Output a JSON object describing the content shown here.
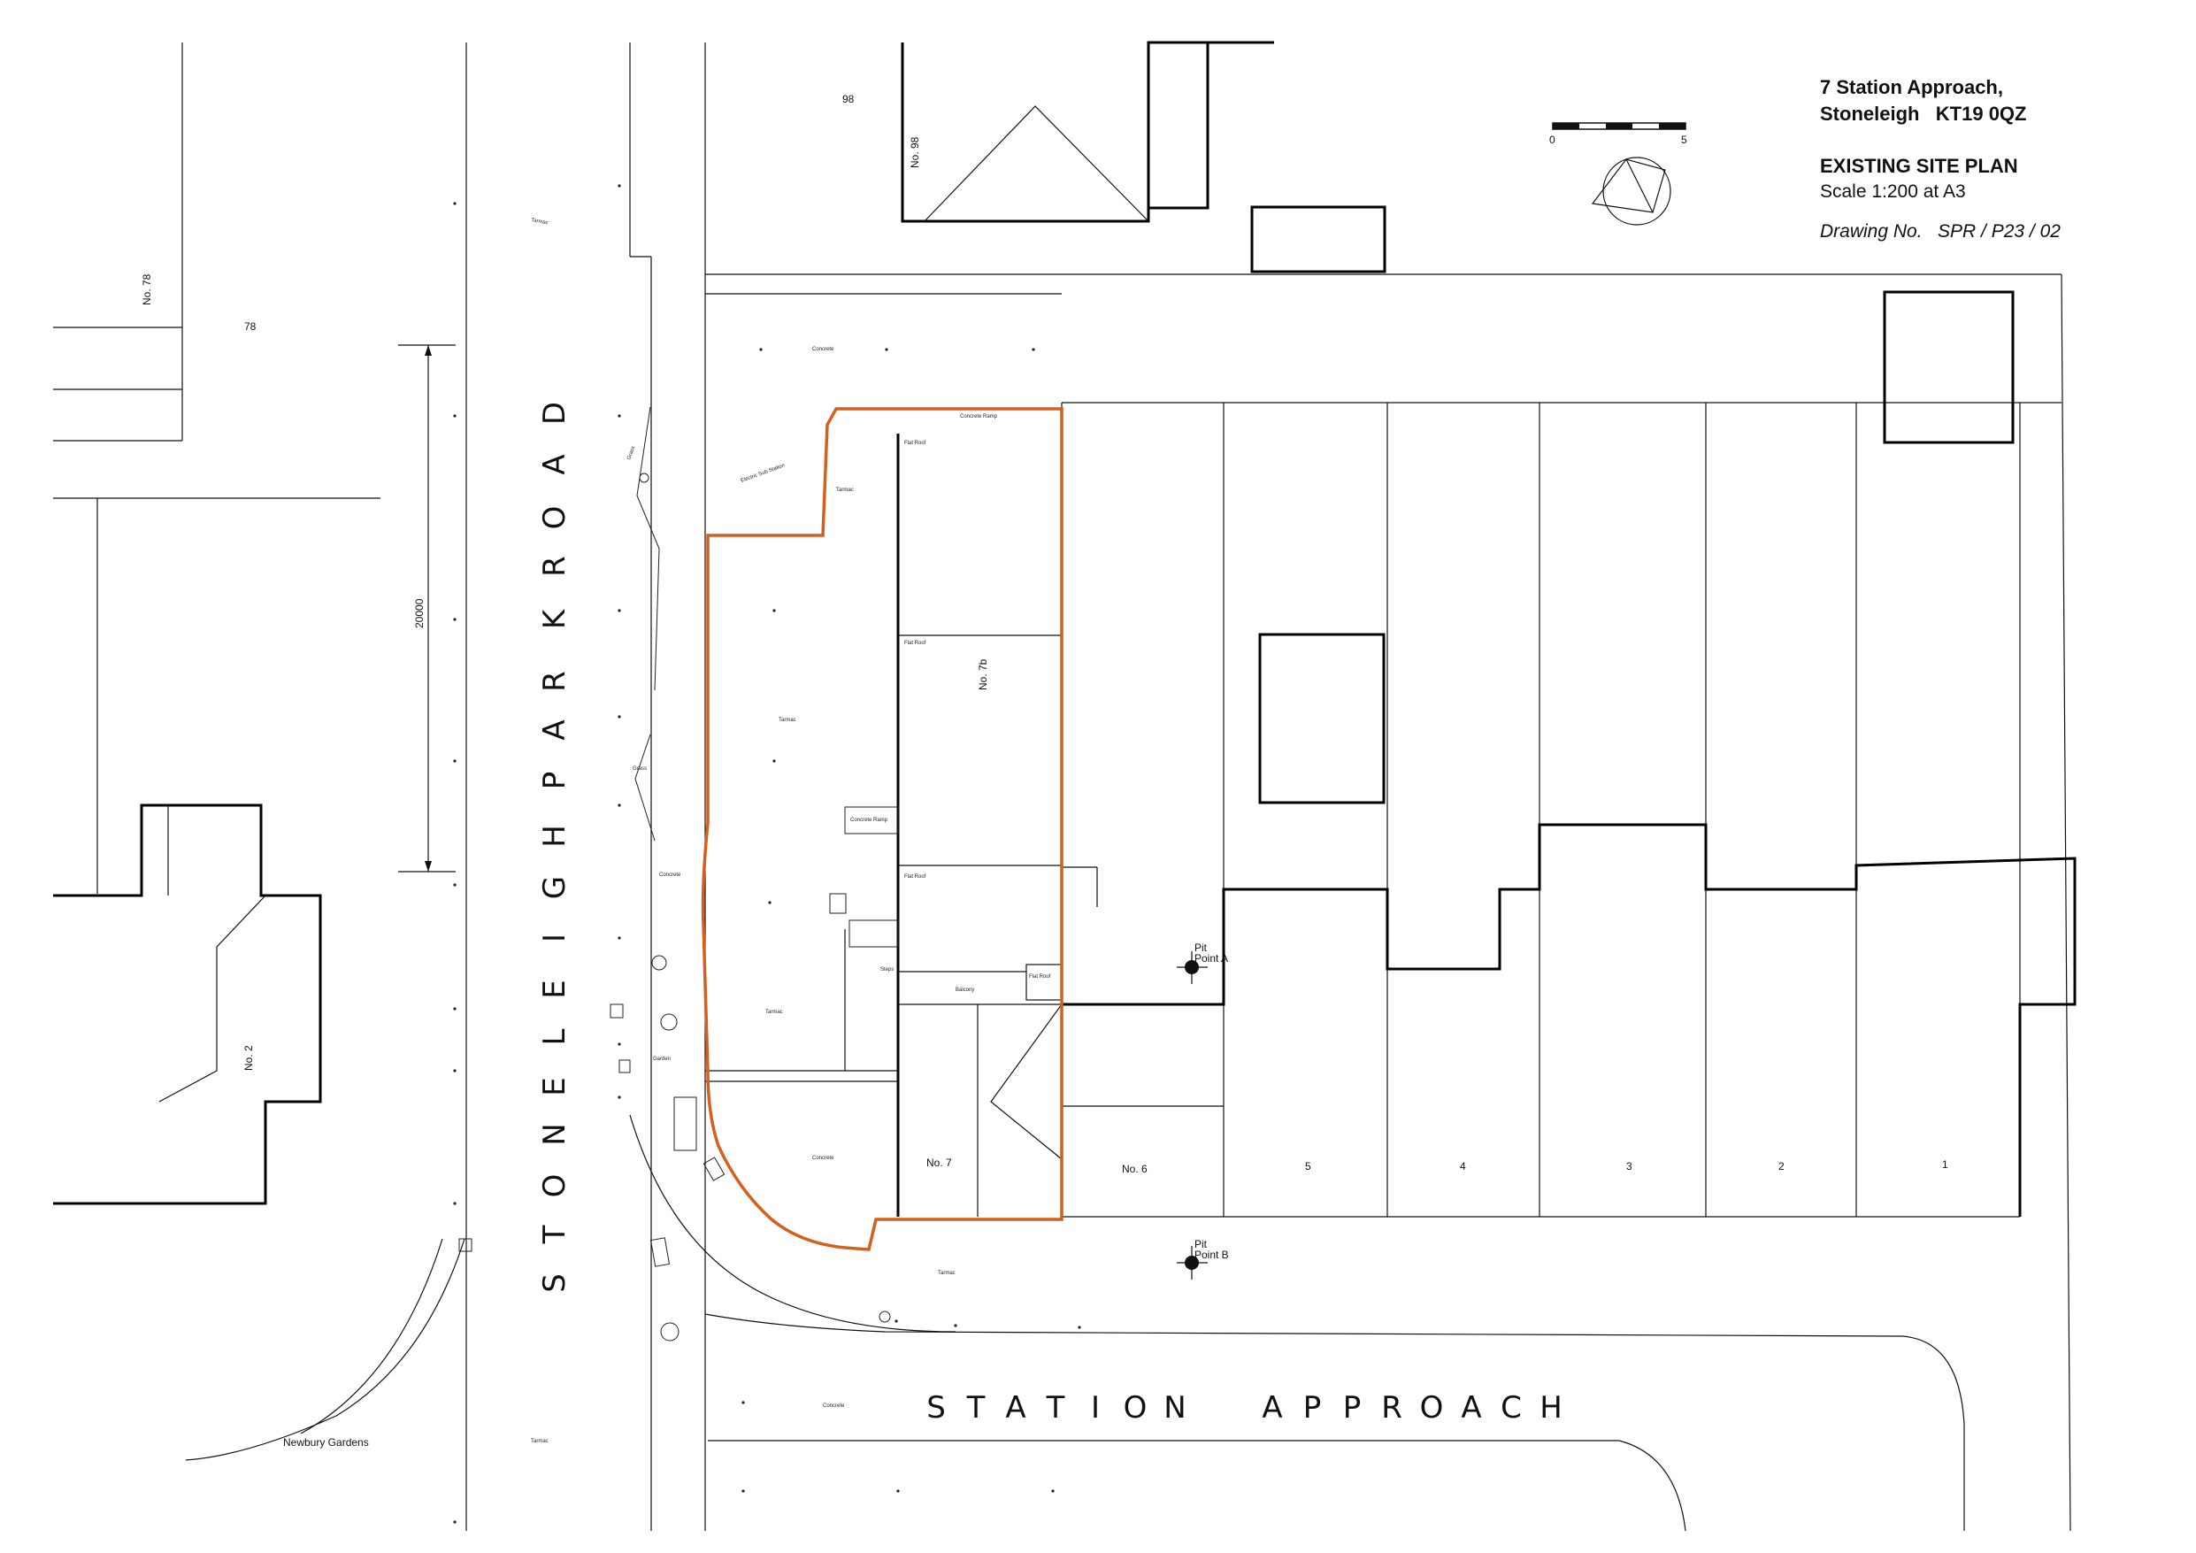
{
  "title_block": {
    "address_line1": "7 Station Approach,",
    "address_line2": "Stoneleigh   KT19 0QZ",
    "sheet_title": "EXISTING SITE PLAN",
    "scale": "Scale 1:200 at A3",
    "drawing_no": "Drawing No.   SPR / P23 / 02"
  },
  "scale_bar": {
    "start": "0",
    "end": "5"
  },
  "streets": {
    "stoneleigh_park_road": [
      "S",
      "T",
      "O",
      "N",
      "E",
      "L",
      "E",
      "I",
      "G",
      "H",
      "P",
      "A",
      "R",
      "K",
      "R",
      "O",
      "A",
      "D"
    ],
    "station_approach": [
      "S",
      "T",
      "A",
      "T",
      "I",
      "O",
      "N",
      "A",
      "P",
      "P",
      "R",
      "O",
      "A",
      "C",
      "H"
    ],
    "newbury_gardens": "Newbury Gardens"
  },
  "dimension": "20000",
  "labels": {
    "plot_98": "98",
    "house_98": "No. 98",
    "plot_78": "78",
    "house_78": "No. 78",
    "house_2": "No. 2",
    "house_7b": "No. 7b",
    "house_7": "No. 7",
    "house_6": "No. 6",
    "unit_5": "5",
    "unit_4": "4",
    "unit_3": "3",
    "unit_2": "2",
    "unit_1": "1",
    "pit_a": "Pit\nPoint A",
    "pit_b": "Pit\nPoint B"
  },
  "survey_notes": {
    "concrete_ramp": "Concrete Ramp",
    "tarmac": "Tarmac",
    "concrete": "Concrete",
    "grass": "Grass",
    "steps": "Steps",
    "balcony": "Balcony",
    "garden": "Garden",
    "electric_sub_station": "Electric Sub Station",
    "flat_roof_1": "Flat Roof",
    "flat_roof_2": "Flat Roof",
    "flat_roof_3": "Flat Roof",
    "flat_roof_4": "Flat Roof"
  },
  "colors": {
    "site_boundary": "#d4601f",
    "linework": "#111111",
    "background": "#ffffff"
  }
}
